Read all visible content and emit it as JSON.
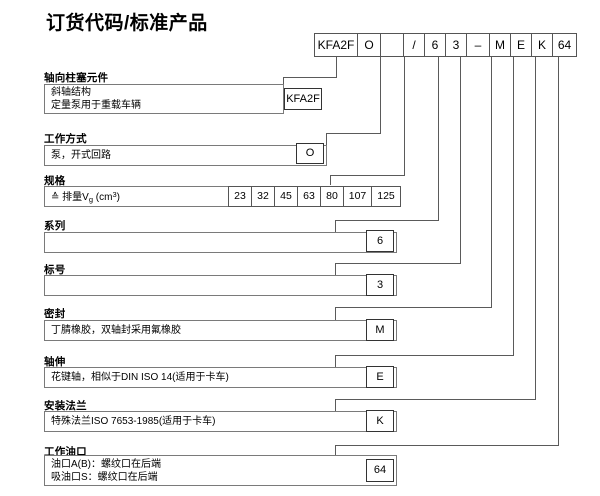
{
  "page": {
    "title": "订货代码/标准产品"
  },
  "code_string": {
    "cells": [
      {
        "text": "KFA2F",
        "width": 44
      },
      {
        "text": "O",
        "width": 24
      },
      {
        "text": "",
        "width": 24
      },
      {
        "text": "/",
        "width": 22
      },
      {
        "text": "6",
        "width": 22
      },
      {
        "text": "3",
        "width": 22
      },
      {
        "text": "–",
        "width": 24
      },
      {
        "text": "M",
        "width": 22
      },
      {
        "text": "E",
        "width": 22
      },
      {
        "text": "K",
        "width": 22
      },
      {
        "text": "64",
        "width": 25
      }
    ]
  },
  "sections": [
    {
      "label": "轴向柱塞元件",
      "description": "斜轴结构\n定量泵用于重载车辆",
      "code": "KFA2F"
    },
    {
      "label": "工作方式",
      "description": "泵，开式回路",
      "code": "O"
    },
    {
      "label": "规格",
      "description": "≙ 排量V",
      "description_sub": "g",
      "description_unit": " (cm",
      "description_sup": "3",
      "description_tail": ")",
      "sizes": [
        "23",
        "32",
        "45",
        "63",
        "80",
        "107",
        "125"
      ]
    },
    {
      "label": "系列",
      "description": "",
      "code": "6"
    },
    {
      "label": "标号",
      "description": "",
      "code": "3"
    },
    {
      "label": "密封",
      "description": "丁腈橡胶，双轴封采用氟橡胶",
      "code": "M"
    },
    {
      "label": "轴伸",
      "description": "花键轴，相似于DIN ISO 14(适用于卡车)",
      "code": "E"
    },
    {
      "label": "安装法兰",
      "description": "特殊法兰ISO 7653-1985(适用于卡车)",
      "code": "K"
    },
    {
      "label": "工作油口",
      "description": "油口A(B)：螺纹口在后端\n吸油口S：螺纹口在后端",
      "code": "64"
    }
  ],
  "colors": {
    "box_border": "#7a7a7a",
    "value_border": "#333333",
    "leader_line": "#5a5a5a",
    "text": "#000000",
    "background": "#ffffff"
  }
}
